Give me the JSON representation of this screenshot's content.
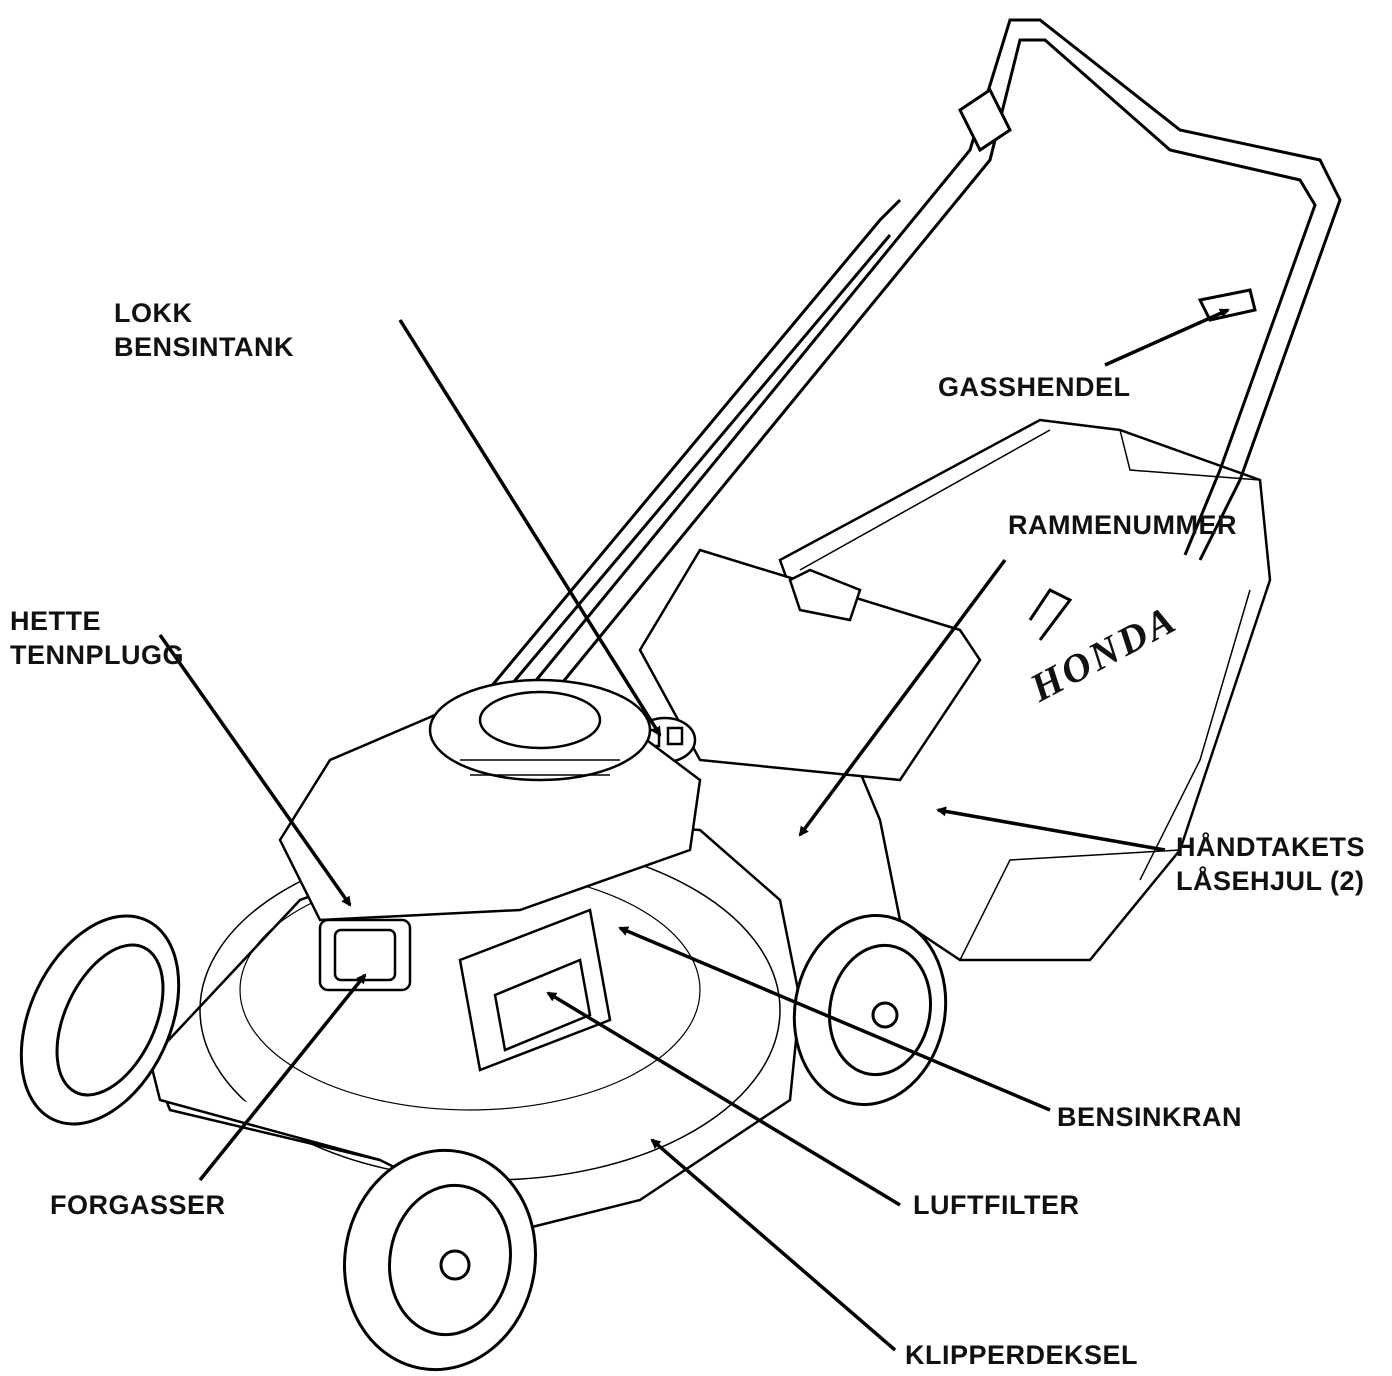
{
  "brand": "HONDA",
  "labels": {
    "fuel_cap": [
      "LOKK",
      "BENSINTANK"
    ],
    "throttle": "GASSHENDEL",
    "frame_number": "RAMMENUMMER",
    "spark_plug_cap": [
      "HETTE",
      "TENNPLUGG"
    ],
    "handle_lock_knob": [
      "HÅNDTAKETS",
      "LÅSEHJUL (2)"
    ],
    "fuel_valve": "BENSINKRAN",
    "carburetor": "FORGASSER",
    "air_filter": "LUFTFILTER",
    "mower_deck": "KLIPPERDEKSEL"
  }
}
